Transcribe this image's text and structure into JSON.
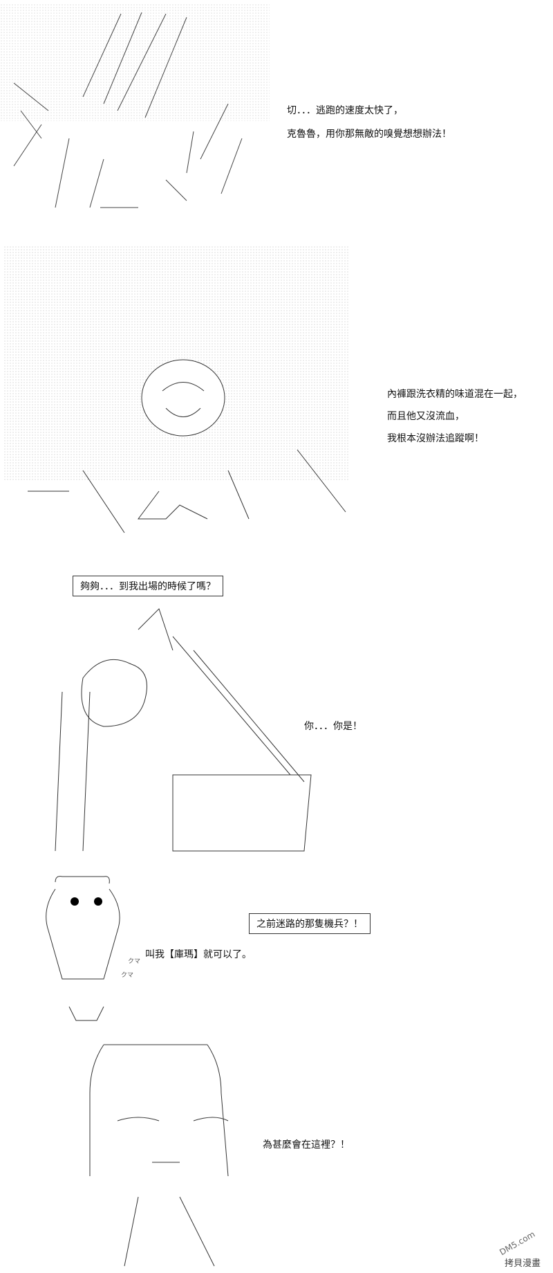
{
  "panels": [
    {
      "dialog": [
        "切．．．逃跑的速度太快了，",
        "克魯魯，用你那無敵的嗅覺想想辦法！"
      ]
    },
    {
      "dialog": [
        "內褲跟洗衣精的味道混在一起，",
        "而且他又沒流血，",
        "我根本沒辦法追蹤啊！"
      ]
    },
    {
      "boxed": "夠夠．．．到我出場的時候了嗎？",
      "dialog": [
        "你．．．你是！"
      ]
    },
    {
      "boxed": "之前迷路的那隻機兵？！",
      "dialog": [
        "叫我【庫瑪】就可以了。"
      ],
      "art_text": [
        "クマ",
        "クマ"
      ]
    },
    {
      "dialog": [
        "為甚麼會在這裡？！"
      ]
    }
  ],
  "watermark": {
    "text": "拷貝漫畫",
    "logo": "DM5.com"
  }
}
